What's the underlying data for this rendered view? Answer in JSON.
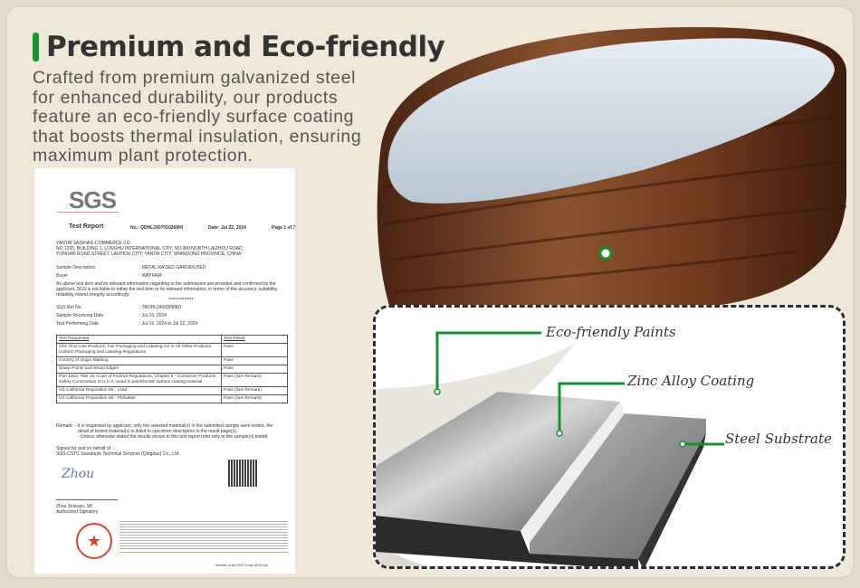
{
  "heading": "Premium and Eco-friendly",
  "description": "Crafted from premium galvanized steel for enhanced durability, our products feature an eco-friendly surface coating that boosts thermal insulation, ensuring maximum plant protection.",
  "report": {
    "logo": "SGS",
    "title": "Test Report",
    "number": "No.: QDHL2407010269HI",
    "date": "Date:  Jul 22, 2024",
    "page": "Page 1 of 7",
    "address": [
      "YANTAI SAISHA E-COMMERCE CO.",
      "NO.1205, BUILDING 1, LONGHU INTERNATIONAL CITY, NO.980 NORTH LAIZHOU ROAD,",
      "YONGAN ROAD STREET, LAIZHOU CITY, YANTAI CITY, SHANDONG PROVINCE, CHINA"
    ],
    "fields": [
      {
        "k": "Sample Description",
        "v": ": METAL RAISED GARDEN BED"
      },
      {
        "k": "Buyer",
        "v": ": WAYFAIR"
      }
    ],
    "disclaimer": [
      "As above test item and its relevant information regarding to the submission are provided and confirmed by the",
      "applicant. SGS is not liable to either the test item or its relevant information, in terms of the accuracy, suitability,",
      "reliability or/and integrity accordingly."
    ],
    "separator": "**************",
    "fields2": [
      {
        "k": "SGS Ref No.",
        "v": ": TAOHL2405009801"
      },
      {
        "k": "Sample Receiving Date",
        "v": ": Jul 16, 2024"
      },
      {
        "k": "Test Performing Date",
        "v": ": Jul 16, 2024 to Jul 22, 2024"
      }
    ],
    "table_headers": [
      "Test Requested",
      "Test Result"
    ],
    "table_rows": [
      [
        "One Time Use Products, Fair Packaging and Labeling Act or All Other Products, Uniform Packaging and Labeling Regulations",
        "Pass"
      ],
      [
        "Country of Origin Marking",
        "Pass"
      ],
      [
        "Sharp Points and Sharp Edges",
        "Pass"
      ],
      [
        "Part 1303, Title 16, Code of Federal Regulations, Chapter II - Consumer Products Safety Commission of U.S.A.-Lead in paint/similar surface coating material",
        "Pass (See Remark)"
      ],
      [
        "US California Proposition 65 - Lead",
        "Pass (See Remark)"
      ],
      [
        "US California Proposition 65 - Phthalate",
        "Pass (See Remark)"
      ]
    ],
    "remark": [
      "Remark: - It is requested by applicant, only the selected material(s) in the submitted sample were tested, the",
      "detail of tested material(s) is listed in specimen description in the result page(s).",
      "- Unless otherwise stated the results shown in this test report refer only to the sample(s) tested."
    ],
    "signed": [
      "Signed for and on behalf of",
      "SGS-CSTC Standards Technical Services (Qingdao) Co., Ltd."
    ],
    "signature": "Zhou",
    "signatory_name": "Zhou Xinkuan, SK",
    "signatory_title": "Authorized Signatory",
    "member": "Member of the SGS Group (SGS SA)"
  },
  "layers": {
    "paint": "Eco-friendly Paints",
    "zinc": "Zinc Alloy Coating",
    "steel": "Steel Substrate"
  },
  "colors": {
    "accent": "#13942f",
    "wood": "#6b3a1f"
  }
}
